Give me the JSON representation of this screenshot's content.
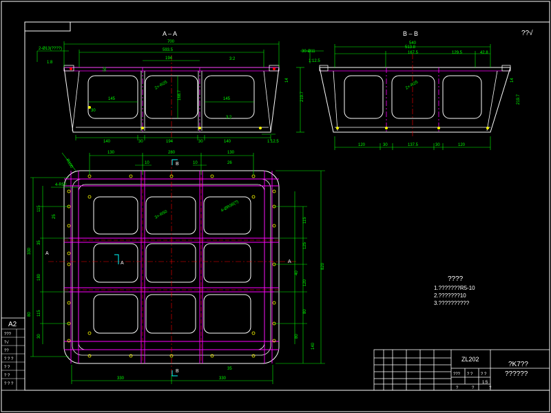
{
  "sheet": {
    "size_label": "A2",
    "corner_mark": "??√"
  },
  "section_aa": {
    "title": "A – A",
    "overall_width": "700",
    "inner_width": "593.5",
    "notch_note": "2-Ø13(????)",
    "notch_slope": "1:8",
    "cell_width": "194",
    "opening_w1": "145",
    "opening_w2": "145",
    "rib_height": "30",
    "depth": "219.7",
    "mid_height": "168.7",
    "slope_top": "3:2",
    "slope_bottom": "3:2",
    "wall": "14",
    "edge_slope": "1:12.5",
    "radius": "2×-R25",
    "bottom_dims": [
      "140",
      "30",
      "194",
      "30",
      "140"
    ],
    "small_ticks": [
      "50",
      "50"
    ]
  },
  "section_bb": {
    "title": "B – B",
    "overall_width": "540",
    "inner_width": "513.8",
    "notch_note": "30-Ø11",
    "notch_slope": "1:12.5",
    "top_dims": [
      "167.5",
      "129.5",
      "42.8"
    ],
    "radius": "2×-R25",
    "depth": "219.7",
    "wall": "14",
    "bottom_dims": [
      "120",
      "30",
      "137.5",
      "30",
      "120"
    ]
  },
  "plan": {
    "top_dims": [
      "130",
      "280",
      "130"
    ],
    "sub_dims": [
      "10",
      "10",
      "26"
    ],
    "corner_radius": "R100",
    "corner_note": "4-R50",
    "hole_note": "4-ØR36(?)",
    "inner_radius": "3×-R50",
    "left_dims": [
      "115",
      "25",
      "35",
      "330",
      "180",
      "115",
      "80",
      "30"
    ],
    "right_dims": [
      "115",
      "125",
      "40",
      "120",
      "80",
      "80",
      "140"
    ],
    "overall_height": "820",
    "bottom_dims": [
      "330",
      "330"
    ],
    "bottom_note": "35",
    "section_b": "B",
    "section_a": "A"
  },
  "notes": {
    "title": "????",
    "items": [
      "1.???????R5-10",
      "2.???????10",
      "3.??????????"
    ]
  },
  "title_block": {
    "drawing_no": "ZL202",
    "name_line1": "?K7??",
    "name_line2": "??????",
    "scale": "1:5",
    "cells": [
      "???",
      "? ?",
      "? ?",
      "?",
      "?",
      "?"
    ]
  },
  "left_strip": {
    "rows": [
      "???",
      "?√",
      "??",
      "? ? ?",
      "? ?",
      "? ?",
      "? ? ?",
      "? ?",
      "?"
    ]
  }
}
